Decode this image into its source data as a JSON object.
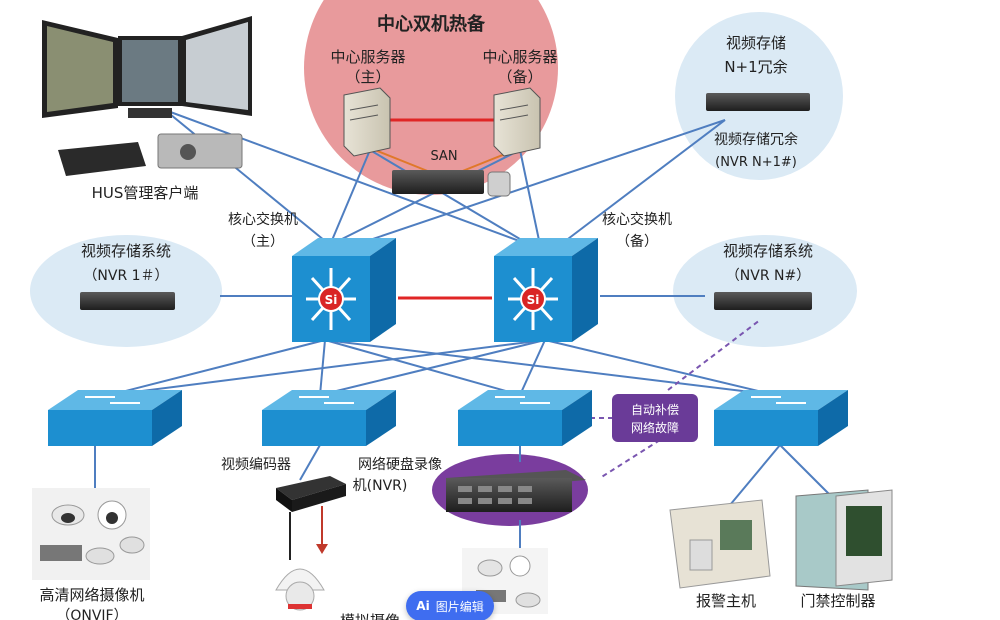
{
  "hot_standby": {
    "title": "中心双机热备",
    "server_primary_label": "中心服务器",
    "server_primary_role": "（主）",
    "server_backup_label": "中心服务器",
    "server_backup_role": "（备）",
    "san_label": "SAN"
  },
  "storage_redundancy": {
    "title_line1": "视频存储",
    "title_line2": "N+1冗余",
    "device_line1": "视频存储冗余",
    "device_line2": "(NVR N+1#)"
  },
  "client": {
    "label": "HUS管理客户端"
  },
  "core_switches": {
    "primary_label": "核心交换机",
    "primary_role": "（主）",
    "backup_label": "核心交换机",
    "backup_role": "（备）",
    "logo_text": "Si"
  },
  "nvr_left": {
    "line1": "视频存储系统",
    "line2": "（NVR 1＃）"
  },
  "nvr_right": {
    "line1": "视频存储系统",
    "line2": "（NVR N#）"
  },
  "auto_recover": {
    "line1": "自动补偿",
    "line2": "网络故障"
  },
  "edge": {
    "encoder_label": "视频编码器",
    "nvr_box_line1": "网络硬盘录像",
    "nvr_box_line2": "机(NVR)",
    "cameras_line1": "高清网络摄像机",
    "cameras_line2": "（ONVIF）",
    "dome_partial": "模拟摄像",
    "alarm_label": "报警主机",
    "access_label": "门禁控制器"
  },
  "ai_button": {
    "label": "图片编辑",
    "icon_text": "Ai"
  },
  "colors": {
    "switch_face": "#1d8fd0",
    "switch_top": "#5fb8e6",
    "link_line": "#4f7ec0",
    "redundant_link": "#e02525",
    "san_link": "#e0782a",
    "storage_circle": "#dbeaf5",
    "center_circle": "#e89a9c",
    "purple_blob": "#7a3d9e"
  }
}
